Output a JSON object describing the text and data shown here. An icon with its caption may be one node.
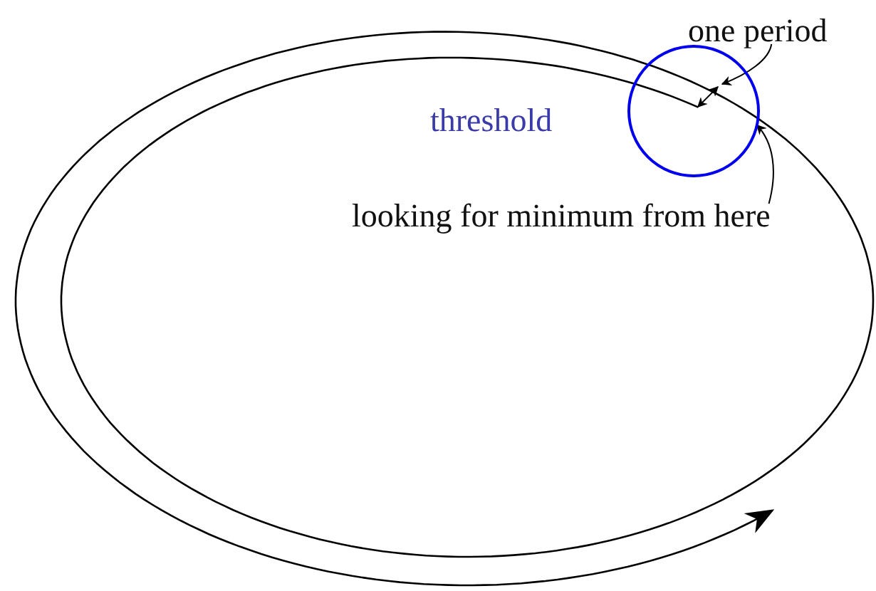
{
  "diagram": {
    "nodes": [
      {
        "text": [
          "one period"
        ]
      },
      {
        "text": [
          "looking for minimum from here"
        ]
      },
      {
        "text": [],
        "shape": "circle",
        "beside": [
          "threshold"
        ]
      }
    ],
    "edges": [
      {
        "from": 0,
        "to": null,
        "arrow": "to"
      },
      {
        "from": 1,
        "to": 2,
        "arrow": "to"
      }
    ]
  }
}
